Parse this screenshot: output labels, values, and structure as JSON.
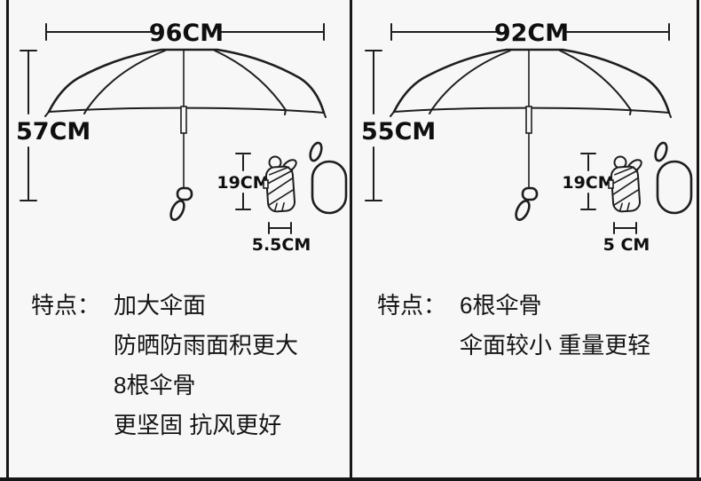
{
  "left": {
    "canopy_width": "96CM",
    "canopy_height": "57CM",
    "folded_height": "19CM",
    "folded_width": "5.5CM",
    "features_heading": "特点：",
    "features": [
      "加大伞面",
      "防晒防雨面积更大",
      "8根伞骨",
      "更坚固 抗风更好"
    ]
  },
  "right": {
    "canopy_width": "92CM",
    "canopy_height": "55CM",
    "folded_height": "19CM",
    "folded_width": "5 CM",
    "features_heading": "特点：",
    "features": [
      "6根伞骨",
      "伞面较小 重量更轻"
    ]
  },
  "colors": {
    "background": "#f7f7f7",
    "line_art": "#1e1e1e",
    "text": "#141414",
    "frame": "#161616"
  }
}
